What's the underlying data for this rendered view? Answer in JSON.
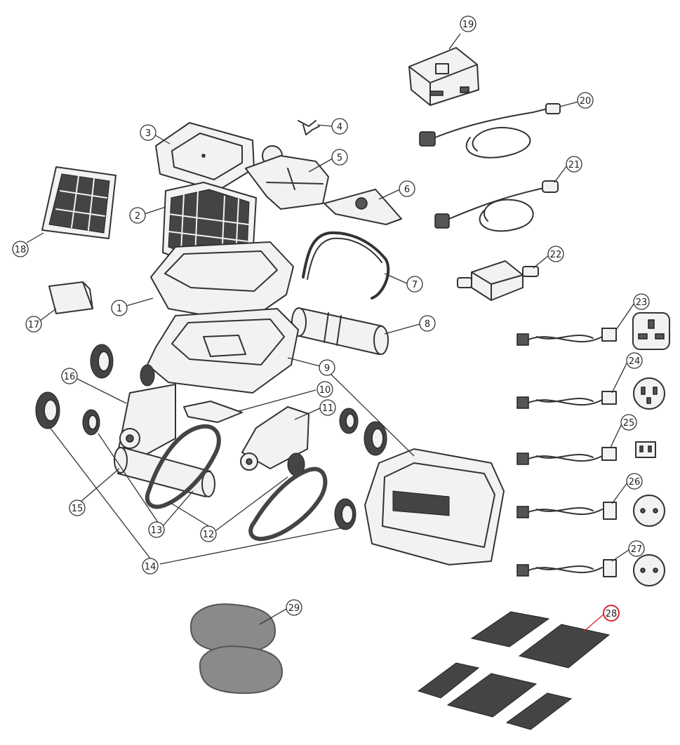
{
  "diagram": {
    "callouts": [
      {
        "id": "1",
        "label": "1",
        "highlight": false
      },
      {
        "id": "2",
        "label": "2",
        "highlight": false
      },
      {
        "id": "3",
        "label": "3",
        "highlight": false
      },
      {
        "id": "4",
        "label": "4",
        "highlight": false
      },
      {
        "id": "5",
        "label": "5",
        "highlight": false
      },
      {
        "id": "6",
        "label": "6",
        "highlight": false
      },
      {
        "id": "7",
        "label": "7",
        "highlight": false
      },
      {
        "id": "8",
        "label": "8",
        "highlight": false
      },
      {
        "id": "9",
        "label": "9",
        "highlight": false
      },
      {
        "id": "10",
        "label": "10",
        "highlight": false
      },
      {
        "id": "11",
        "label": "11",
        "highlight": false
      },
      {
        "id": "12",
        "label": "12",
        "highlight": false
      },
      {
        "id": "13",
        "label": "13",
        "highlight": false
      },
      {
        "id": "14",
        "label": "14",
        "highlight": false
      },
      {
        "id": "15",
        "label": "15",
        "highlight": false
      },
      {
        "id": "16",
        "label": "16",
        "highlight": false
      },
      {
        "id": "17",
        "label": "17",
        "highlight": false
      },
      {
        "id": "18",
        "label": "18",
        "highlight": false
      },
      {
        "id": "19",
        "label": "19",
        "highlight": false
      },
      {
        "id": "20",
        "label": "20",
        "highlight": false
      },
      {
        "id": "21",
        "label": "21",
        "highlight": false
      },
      {
        "id": "22",
        "label": "22",
        "highlight": false
      },
      {
        "id": "23",
        "label": "23",
        "highlight": false
      },
      {
        "id": "24",
        "label": "24",
        "highlight": false
      },
      {
        "id": "25",
        "label": "25",
        "highlight": false
      },
      {
        "id": "26",
        "label": "26",
        "highlight": false
      },
      {
        "id": "27",
        "label": "27",
        "highlight": false
      },
      {
        "id": "28",
        "label": "28",
        "highlight": true
      },
      {
        "id": "29",
        "label": "29",
        "highlight": false
      }
    ],
    "colors": {
      "line": "#333333",
      "highlight": "#d0282e",
      "fill": "#f2f2f2",
      "mesh": "#444444",
      "grey": "#8a8a8a"
    }
  }
}
